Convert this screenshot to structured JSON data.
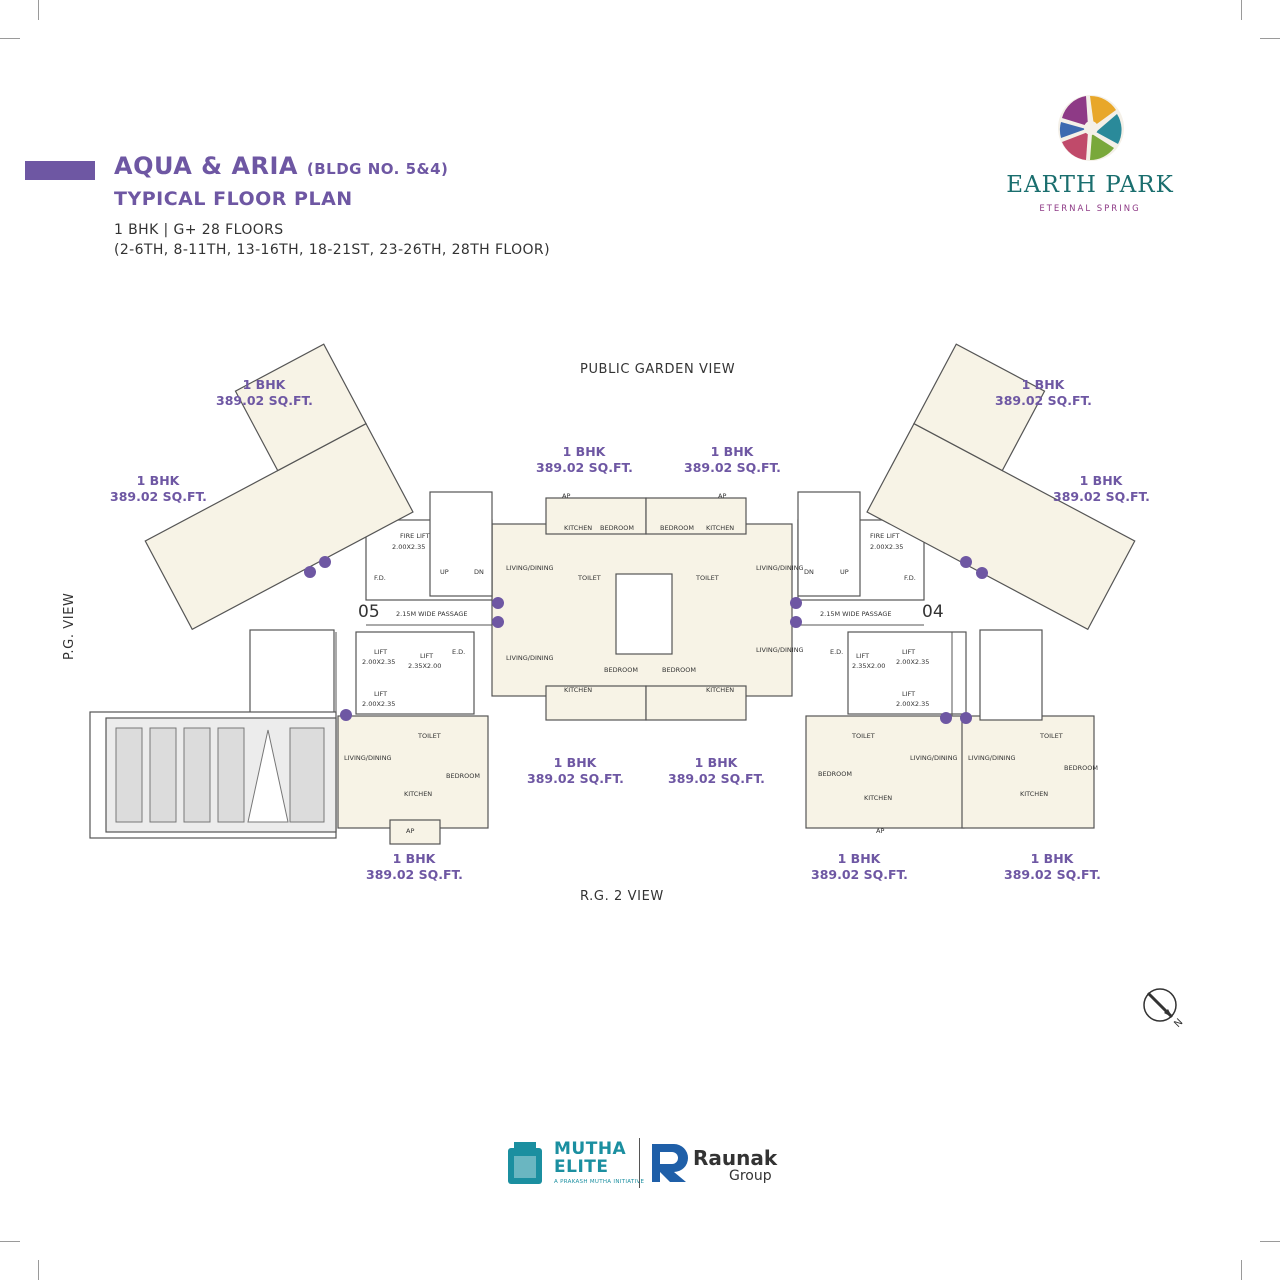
{
  "header": {
    "title": "AQUA & ARIA",
    "title_sub": "(BLDG NO. 5&4)",
    "subtitle": "TYPICAL FLOOR PLAN",
    "config": "1 BHK | G+ 28 FLOORS",
    "floors": "(2-6TH, 8-11TH, 13-16TH, 18-21ST, 23-26TH, 28TH FLOOR)",
    "accent_color": "#6e57a3"
  },
  "logo": {
    "name": "EARTH PARK",
    "tagline": "ETERNAL SPRING"
  },
  "views": {
    "top": "PUBLIC GARDEN VIEW",
    "bottom": "R.G. 2 VIEW",
    "left": "P.G. VIEW"
  },
  "buildings": {
    "left": "05",
    "right": "04"
  },
  "units": {
    "type": "1 BHK",
    "area": "389.02 SQ.FT."
  },
  "plan_labels": {
    "fire_lift": "FIRE LIFT",
    "fire_lift_size": "2.00X2.35",
    "lift": "LIFT",
    "lift_size_a": "2.00X2.35",
    "lift_size_b": "2.35X2.00",
    "passage": "2.15M WIDE PASSAGE",
    "fd": "F.D.",
    "ed": "E.D.",
    "up": "UP",
    "dn": "DN",
    "ap": "AP",
    "bedroom": "BEDROOM",
    "kitchen": "KITCHEN",
    "toilet": "TOILET",
    "living": "LIVING/DINING"
  },
  "compass": {
    "label": "N"
  },
  "footer": {
    "mutha_line1": "MUTHA",
    "mutha_line2": "ELITE",
    "mutha_tag": "A PRAKASH MUTHA INITIATIVE",
    "raunak_name": "Raunak",
    "raunak_group": "Group"
  }
}
